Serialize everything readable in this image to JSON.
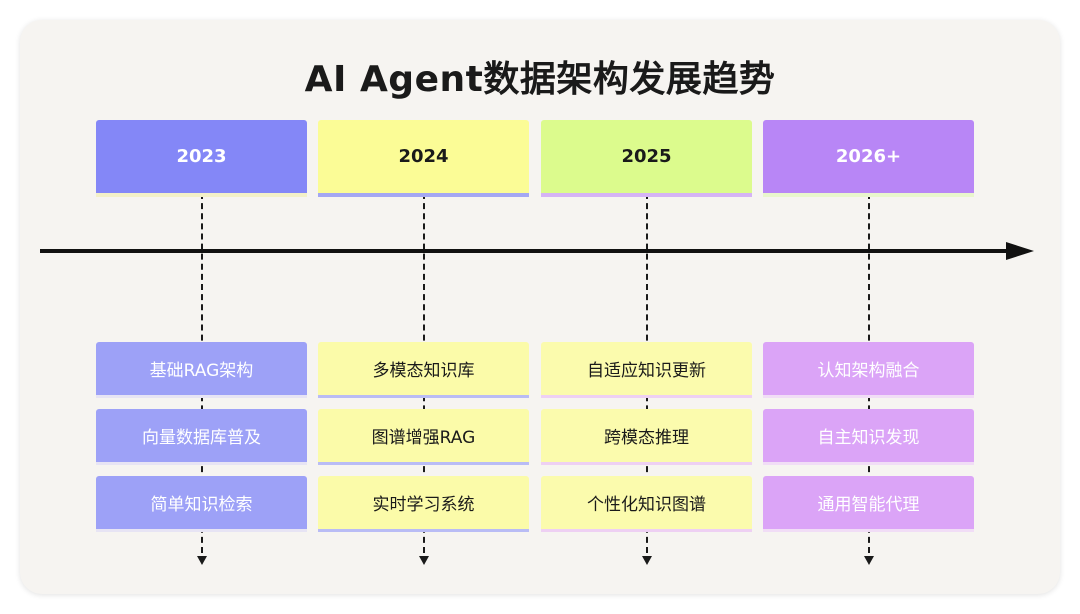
{
  "title": "AI Agent数据架构发展趋势",
  "columns": [
    {
      "year": "2023",
      "header_color": "#8487f7",
      "header_text": "#ffffff",
      "header_border": "#f3f0c8",
      "item_color": "#9da1f7",
      "item_text": "#ffffff",
      "item_border": "#e7e4f4",
      "items": [
        "基础RAG架构",
        "向量数据库普及",
        "简单知识检索"
      ]
    },
    {
      "year": "2024",
      "header_color": "#fbfc96",
      "header_text": "#1a1a1a",
      "header_border": "#a4a7f3",
      "item_color": "#fbfba9",
      "item_text": "#1a1a1a",
      "item_border": "#b9bcf5",
      "items": [
        "多模态知识库",
        "图谱增强RAG",
        "实时学习系统"
      ]
    },
    {
      "year": "2025",
      "header_color": "#dcfb8d",
      "header_text": "#1a1a1a",
      "header_border": "#d5b3f5",
      "item_color": "#fbfbad",
      "item_text": "#1a1a1a",
      "item_border": "#eed0f3",
      "items": [
        "自适应知识更新",
        "跨模态推理",
        "个性化知识图谱"
      ]
    },
    {
      "year": "2026+",
      "header_color": "#b886f6",
      "header_text": "#ffffff",
      "header_border": "#e9f6cd",
      "item_color": "#dba4f7",
      "item_text": "#ffffff",
      "item_border": "#f1ddf6",
      "items": [
        "认知架构融合",
        "自主知识发现",
        "通用智能代理"
      ]
    }
  ]
}
